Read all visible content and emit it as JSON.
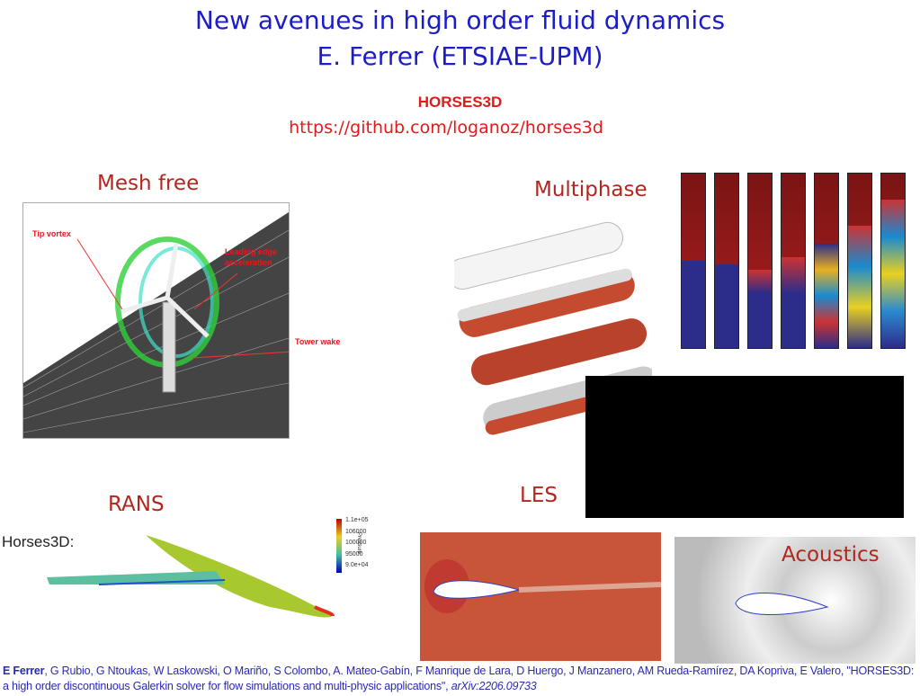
{
  "title": {
    "line1": "New avenues in high order fluid dynamics",
    "line2": "E. Ferrer (ETSIAE-UPM)"
  },
  "code": {
    "name": "HORSES3D",
    "url": "https://github.com/loganoz/horses3d"
  },
  "sections": {
    "mesh_free": "Mesh free",
    "multiphase": "Multiphase",
    "rans": "RANS",
    "les": "LES",
    "acoustics": "Acoustics"
  },
  "turbine": {
    "tip_vortex": "Tip vortex",
    "leading_edge": "Leading edge",
    "acceleration": "acceleration",
    "tower_wake": "Tower wake"
  },
  "rans_plot": {
    "label": "Horses3D:",
    "colorbar_title": "Pressure",
    "ticks": [
      "1.1e+05",
      "106000",
      "100000",
      "95000",
      "9.0e+04"
    ]
  },
  "citation": {
    "lead_author": "E Ferrer",
    "authors": ", G Rubio, G Ntoukas, W Laskowski, O Mariño, S Colombo, A. Mateo-Gabín, F Manrique de Lara, D Huergo, J Manzanero, AM Rueda-Ramírez, DA Kopriva, E Valero, \"HORSES3D: a high order discontinuous Galerkin solver for flow simulations and multi-physic applications\", ",
    "arxiv": "arXiv:2206.09733"
  },
  "colors": {
    "title": "#1c1cc8",
    "label": "#b3261e",
    "url": "#e21a1a"
  }
}
